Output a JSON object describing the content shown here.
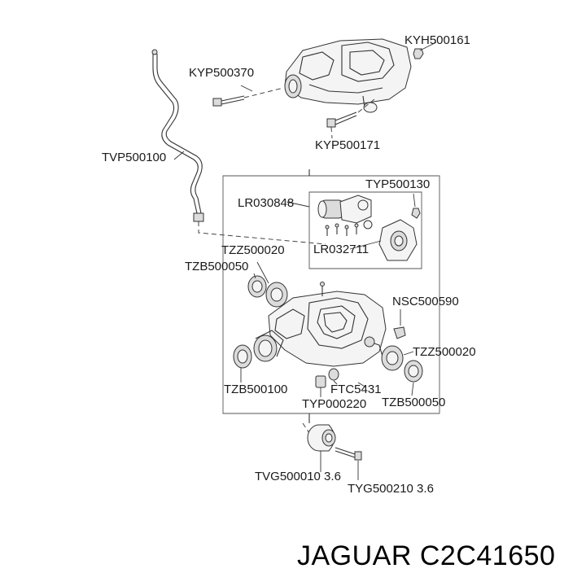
{
  "labels": {
    "kyh500161": "KYH500161",
    "kyp500370": "KYP500370",
    "kyp500171": "KYP500171",
    "tvp500100": "TVP500100",
    "typ500130": "TYP500130",
    "lr030848": "LR030848",
    "lr032711": "LR032711",
    "tzz500020_left": "TZZ500020",
    "tzb500050_left": "TZB500050",
    "nsc500590": "NSC500590",
    "tzz500020_right": "TZZ500020",
    "tzb500100": "TZB500100",
    "ftc5431": "FTC5431",
    "typ000220": "TYP000220",
    "tzb500050_right": "TZB500050",
    "tvg500010": "TVG500010 3.6",
    "tyg500210": "TYG500210 3.6"
  },
  "footer": {
    "brand": "JAGUAR",
    "part_number": "C2C41650"
  },
  "colors": {
    "line": "#333333",
    "text": "#1a1a1a",
    "fill_light": "#f2f2f2",
    "fill_mid": "#d9d9d9"
  }
}
